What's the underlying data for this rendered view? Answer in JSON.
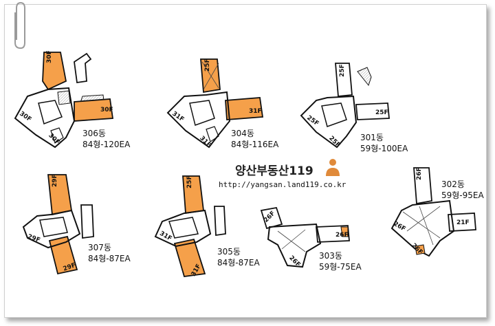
{
  "site": {
    "name": "양산부동산119",
    "url": "http://yangsan.land119.co.kr"
  },
  "colors": {
    "highlight": "#f5a04a",
    "outline": "#111111",
    "frame": "#cfcfcf"
  },
  "buildings": [
    {
      "id": "306",
      "name": "306동",
      "spec": "84형-120EA",
      "floors": [
        "30F",
        "30F",
        "30F",
        "30F"
      ]
    },
    {
      "id": "304",
      "name": "304동",
      "spec": "84형-116EA",
      "floors": [
        "25F",
        "31F",
        "31F",
        "31F"
      ]
    },
    {
      "id": "301",
      "name": "301동",
      "spec": "59형-100EA",
      "floors": [
        "25F",
        "25F",
        "25F",
        "25F"
      ]
    },
    {
      "id": "307",
      "name": "307동",
      "spec": "84형-87EA",
      "floors": [
        "29F",
        "29F",
        "29F"
      ]
    },
    {
      "id": "305",
      "name": "305동",
      "spec": "84형-87EA",
      "floors": [
        "25F",
        "31F",
        "31F"
      ]
    },
    {
      "id": "303",
      "name": "303동",
      "spec": "59형-75EA",
      "floors": [
        "26F",
        "26F",
        "26F"
      ]
    },
    {
      "id": "302",
      "name": "302동",
      "spec": "59형-95EA",
      "floors": [
        "26F",
        "26F",
        "21F",
        "26F"
      ]
    }
  ]
}
